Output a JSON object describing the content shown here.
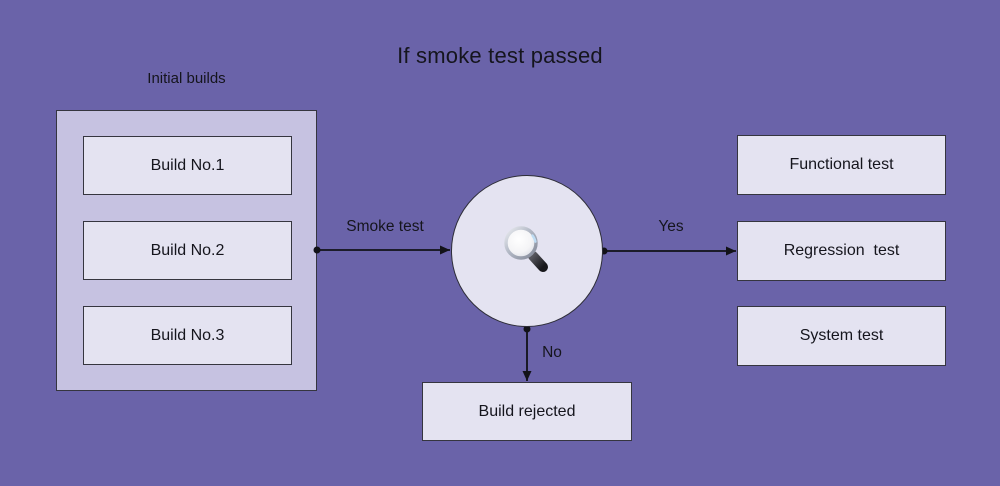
{
  "title": "If smoke test passed",
  "group": {
    "label": "Initial builds",
    "builds": [
      "Build No.1",
      "Build No.2",
      "Build No.3"
    ]
  },
  "decision": {
    "shape": "circle",
    "icon": "magnifying-glass-icon"
  },
  "edges": {
    "smoke_test_label": "Smoke test",
    "yes_label": "Yes",
    "no_label": "No"
  },
  "tests": [
    "Functional test",
    "Regression  test",
    "System test"
  ],
  "rejected_label": "Build rejected",
  "colors": {
    "background": "#6A63A9",
    "group_fill": "#C6C2E1",
    "node_fill": "#E4E3F1",
    "stroke": "#35353F",
    "text": "#15151D",
    "arrow": "#121218"
  }
}
